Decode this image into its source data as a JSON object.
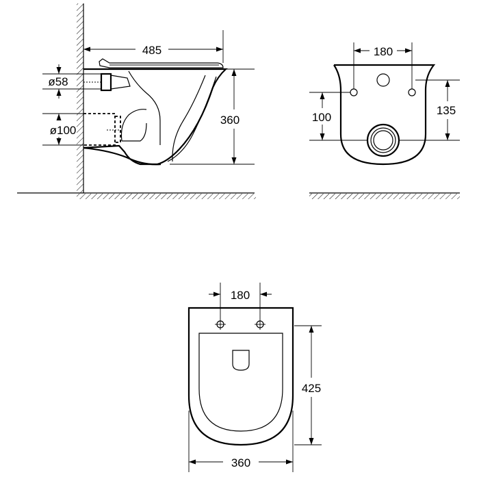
{
  "side_view": {
    "dim_length": "485",
    "dim_height": "360",
    "dim_inlet": "ø58",
    "dim_outlet": "ø100"
  },
  "back_view": {
    "dim_bolt_spacing": "180",
    "dim_left_height": "100",
    "dim_right_height": "135"
  },
  "top_view": {
    "dim_bolt_spacing": "180",
    "dim_depth": "425",
    "dim_width": "360"
  }
}
